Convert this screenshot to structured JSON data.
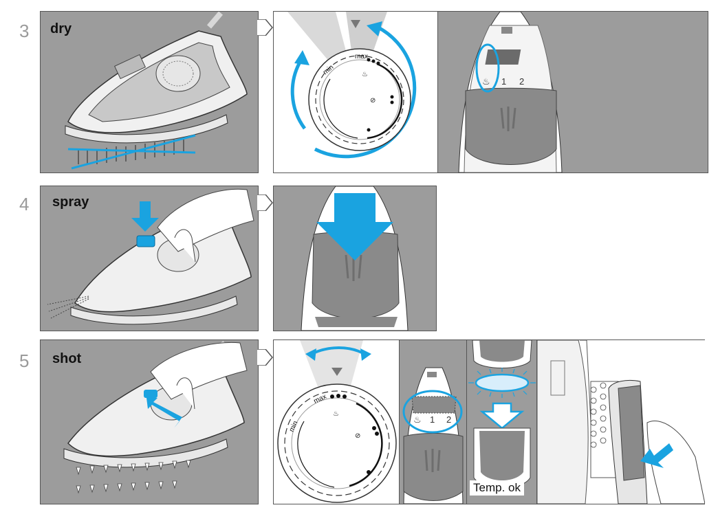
{
  "steps": [
    {
      "number": "3",
      "label": "dry"
    },
    {
      "number": "4",
      "label": "spray"
    },
    {
      "number": "5",
      "label": "shot"
    }
  ],
  "dial": {
    "min": "min",
    "max": "max"
  },
  "settings": {
    "one": "1",
    "two": "2"
  },
  "status": {
    "temp_ok": "Temp. ok"
  },
  "colors": {
    "accent": "#1aa3e0",
    "panel_grey": "#9c9c9c",
    "border": "#555555"
  },
  "icons": [
    "steam-icon",
    "no-steam-icon",
    "arrow-down-icon",
    "rotate-arrow-icon",
    "button-press-arrow-icon"
  ]
}
